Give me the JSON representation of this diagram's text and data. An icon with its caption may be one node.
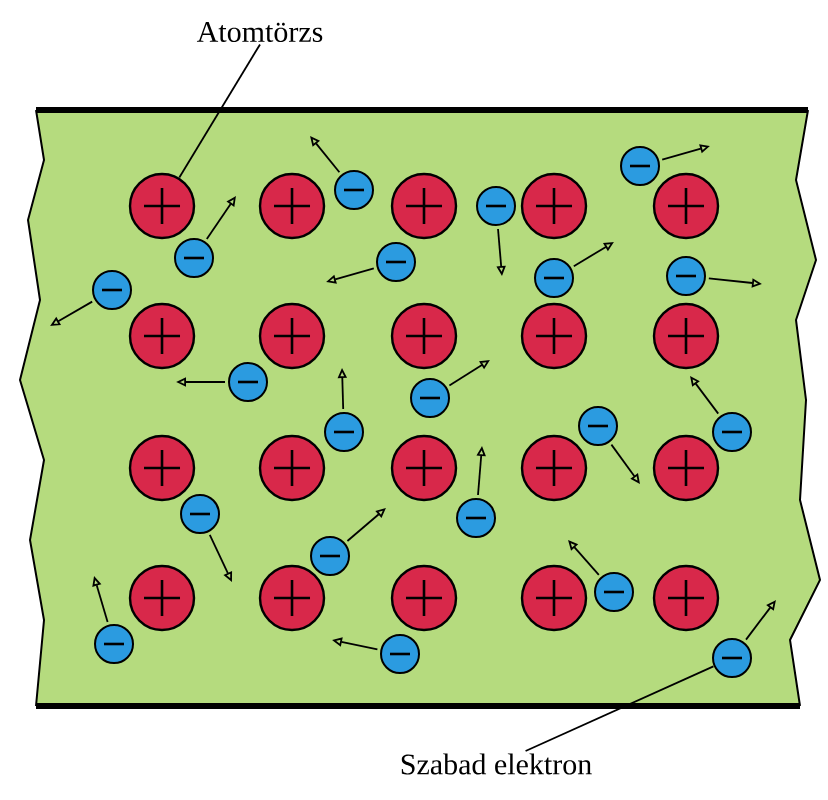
{
  "diagram": {
    "nodes": [
      {
        "text": [
          "Atomtörzs"
        ]
      },
      {
        "text": [],
        "shape": "circle"
      },
      {
        "text": [
          "Szabad elektron"
        ]
      },
      {
        "text": [],
        "shape": "circle"
      }
    ],
    "edges": [
      {
        "from": 0,
        "to": 1,
        "arrow": "none"
      },
      {
        "from": 2,
        "to": 3,
        "arrow": "none"
      }
    ]
  }
}
